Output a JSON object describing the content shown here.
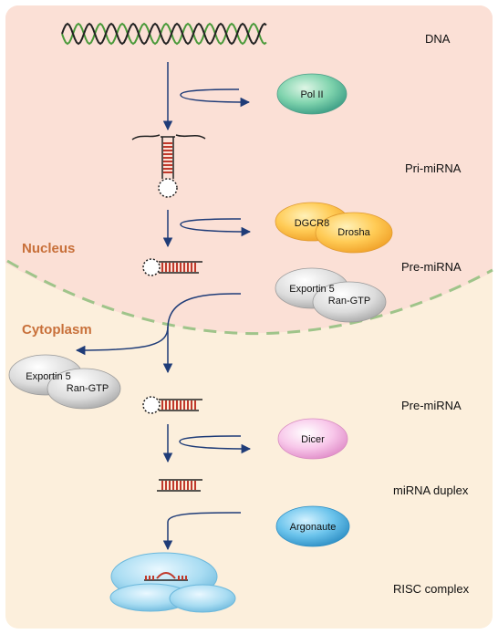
{
  "regions": {
    "nucleus": "Nucleus",
    "cytoplasm": "Cytoplasm"
  },
  "stages": {
    "dna": "DNA",
    "pri_mirna": "Pri-miRNA",
    "pre_mirna_nucleus": "Pre-miRNA",
    "pre_mirna_cytoplasm": "Pre-miRNA",
    "mirna_duplex": "miRNA duplex",
    "risc_complex": "RISC complex"
  },
  "proteins": {
    "pol2": "Pol II",
    "dgcr8": "DGCR8",
    "drosha": "Drosha",
    "exportin_nuc": "Exportin 5",
    "rangtp_nuc": "Ran-GTP",
    "exportin_cyto": "Exportin 5",
    "rangtp_cyto": "Ran-GTP",
    "dicer": "Dicer",
    "argonaute": "Argonaute"
  },
  "colors": {
    "nucleus_bg": "#fbe0d6",
    "cytoplasm_bg": "#fcefdc",
    "membrane": "#9fc48a",
    "arrow": "#1f3c78",
    "rna_red": "#c0392b",
    "dna_green": "#4a9a3a",
    "region_label": "#c8703a"
  }
}
